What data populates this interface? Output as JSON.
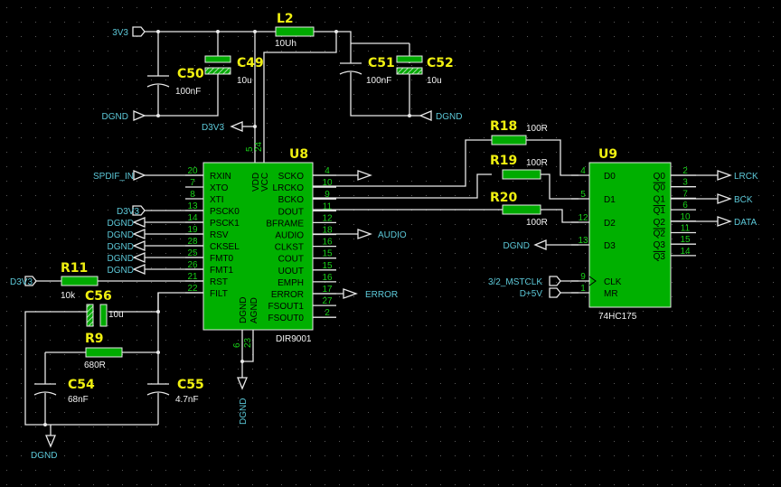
{
  "components": [
    {
      "ref": "L2",
      "value": "10Uh"
    },
    {
      "ref": "C50",
      "value": "100nF"
    },
    {
      "ref": "C49",
      "value": "10u"
    },
    {
      "ref": "C51",
      "value": "100nF"
    },
    {
      "ref": "C52",
      "value": "10u"
    },
    {
      "ref": "U8",
      "value": "DIR9001"
    },
    {
      "ref": "U9",
      "value": "74HC175"
    },
    {
      "ref": "R18",
      "value": "100R"
    },
    {
      "ref": "R19",
      "value": "100R"
    },
    {
      "ref": "R20",
      "value": "100R"
    },
    {
      "ref": "R11",
      "value": "10k"
    },
    {
      "ref": "C56",
      "value": "10u"
    },
    {
      "ref": "R9",
      "value": "680R"
    },
    {
      "ref": "C54",
      "value": "68nF"
    },
    {
      "ref": "C55",
      "value": "4.7nF"
    }
  ],
  "nets": {
    "v3v3": "3V3",
    "dgnd": "DGND",
    "d3v3": "D3V3",
    "spdif_in": "SPDIF_IN",
    "audio": "AUDIO",
    "error": "ERROR",
    "lrck": "LRCK",
    "bck": "BCK",
    "data": "DATA",
    "mstclk": "3/2_MSTCLK",
    "d5v": "D+5V"
  },
  "u8": {
    "left_pins": [
      {
        "num": "20",
        "name": "RXIN"
      },
      {
        "num": "7",
        "name": "XTO"
      },
      {
        "num": "8",
        "name": "XTI"
      },
      {
        "num": "13",
        "name": "PSCK0"
      },
      {
        "num": "14",
        "name": "PSCK1"
      },
      {
        "num": "19",
        "name": "RSV"
      },
      {
        "num": "28",
        "name": "CKSEL"
      },
      {
        "num": "25",
        "name": "FMT0"
      },
      {
        "num": "26",
        "name": "FMT1"
      },
      {
        "num": "21",
        "name": "RST"
      },
      {
        "num": "22",
        "name": "FILT"
      }
    ],
    "right_pins": [
      {
        "num": "4",
        "name": "SCKO"
      },
      {
        "num": "10",
        "name": "LRCKO"
      },
      {
        "num": "9",
        "name": "BCKO"
      },
      {
        "num": "11",
        "name": "DOUT"
      },
      {
        "num": "12",
        "name": "BFRAME"
      },
      {
        "num": "18",
        "name": "AUDIO"
      },
      {
        "num": "16",
        "name": "CLKST"
      },
      {
        "num": "15",
        "name": "COUT"
      },
      {
        "num": "15",
        "name": "UOUT"
      },
      {
        "num": "16",
        "name": "EMPH"
      },
      {
        "num": "17",
        "name": "ERROR"
      },
      {
        "num": "27",
        "name": "FSOUT1"
      },
      {
        "num": "2",
        "name": "FSOUT0"
      }
    ],
    "top_pins": [
      {
        "num": "5",
        "name": "VDD"
      },
      {
        "num": "24",
        "name": "VCC"
      }
    ],
    "bottom_pins": [
      {
        "num": "6",
        "name": "DGND"
      },
      {
        "num": "23",
        "name": "AGND"
      }
    ]
  },
  "u9": {
    "left_pins": [
      {
        "num": "4",
        "name": "D0"
      },
      {
        "num": "5",
        "name": "D1"
      },
      {
        "num": "12",
        "name": "D2"
      },
      {
        "num": "13",
        "name": "D3"
      },
      {
        "num": "9",
        "name": "CLK"
      },
      {
        "num": "1",
        "name": "MR"
      }
    ],
    "right_pins": [
      {
        "num": "2",
        "name": "Q0"
      },
      {
        "num": "3",
        "name": "Q0"
      },
      {
        "num": "7",
        "name": "Q1"
      },
      {
        "num": "6",
        "name": "Q1"
      },
      {
        "num": "10",
        "name": "Q2"
      },
      {
        "num": "11",
        "name": "Q2"
      },
      {
        "num": "15",
        "name": "Q3"
      },
      {
        "num": "14",
        "name": "Q3"
      }
    ]
  }
}
